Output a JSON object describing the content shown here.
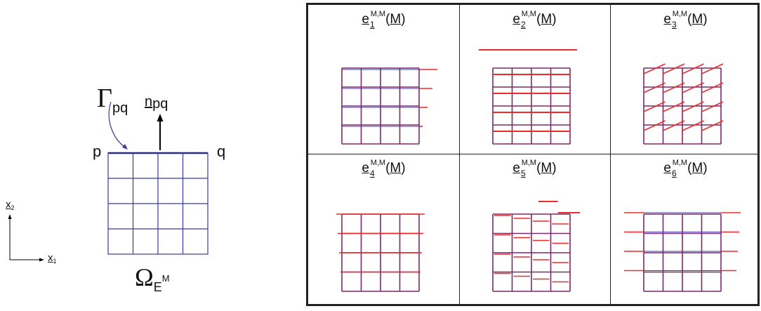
{
  "domain_labels": {
    "gamma": "Γ",
    "gamma_sub": "pq",
    "normal": "n",
    "normal_sub": "pq",
    "point_p": "p",
    "point_q": "q",
    "omega": "Ω",
    "omega_sub": "E",
    "omega_sup": "M",
    "axis_x2": "x",
    "axis_x2_sub": "2",
    "axis_x1": "x",
    "axis_x1_sub": "1"
  },
  "modes": [
    {
      "base": "e",
      "index": "1",
      "sup": "M,M",
      "arg": "M",
      "deform": "stretch-x"
    },
    {
      "base": "e",
      "index": "2",
      "sup": "M,M",
      "arg": "M",
      "deform": "stretch-y"
    },
    {
      "base": "e",
      "index": "3",
      "sup": "M,M",
      "arg": "M",
      "deform": "shear"
    },
    {
      "base": "e",
      "index": "4",
      "sup": "M,M",
      "arg": "M",
      "deform": "curv-x"
    },
    {
      "base": "e",
      "index": "5",
      "sup": "M,M",
      "arg": "M",
      "deform": "curv-y"
    },
    {
      "base": "e",
      "index": "6",
      "sup": "M,M",
      "arg": "M",
      "deform": "twist"
    }
  ],
  "colors": {
    "mesh": "#3a3aa0",
    "deformed": "#ee2a2a",
    "overlap": "#7a2a6a",
    "frame": "#222222"
  }
}
